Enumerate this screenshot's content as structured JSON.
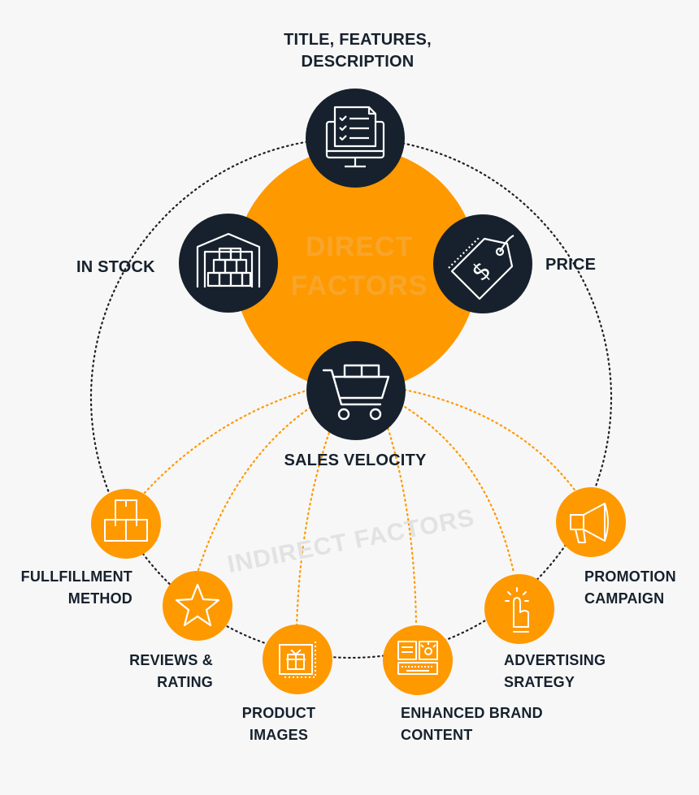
{
  "core": {
    "center_label_line1": "DIRECT",
    "center_label_line2": "FACTORS",
    "indirect_label": "INDIRECT FACTORS",
    "colors": {
      "orange": "#ff9900",
      "dark": "#16212d",
      "background": "#f7f7f7"
    }
  },
  "direct_factors": [
    {
      "id": "title",
      "line1": "TITLE, FEATURES,",
      "line2": "DESCRIPTION",
      "icon": "document-monitor-icon"
    },
    {
      "id": "stock",
      "line1": "IN STOCK",
      "line2": "",
      "icon": "warehouse-icon"
    },
    {
      "id": "price",
      "line1": "PRICE",
      "line2": "",
      "icon": "price-tag-icon"
    },
    {
      "id": "sales",
      "line1": "SALES VELOCITY",
      "line2": "",
      "icon": "shopping-cart-icon"
    }
  ],
  "indirect_factors": [
    {
      "id": "fulfillment",
      "line1": "FULLFILLMENT",
      "line2": "METHOD",
      "icon": "boxes-icon"
    },
    {
      "id": "reviews",
      "line1": "REVIEWS &",
      "line2": "RATING",
      "icon": "star-icon"
    },
    {
      "id": "images",
      "line1": "PRODUCT",
      "line2": "IMAGES",
      "icon": "gift-image-icon"
    },
    {
      "id": "ebc",
      "line1": "ENHANCED BRAND",
      "line2": "CONTENT",
      "icon": "book-keyboard-icon"
    },
    {
      "id": "advertising",
      "line1": "ADVERTISING",
      "line2": "SRATEGY",
      "icon": "pointer-hand-icon"
    },
    {
      "id": "promotion",
      "line1": "PROMOTION",
      "line2": "CAMPAIGN",
      "icon": "megaphone-icon"
    }
  ]
}
